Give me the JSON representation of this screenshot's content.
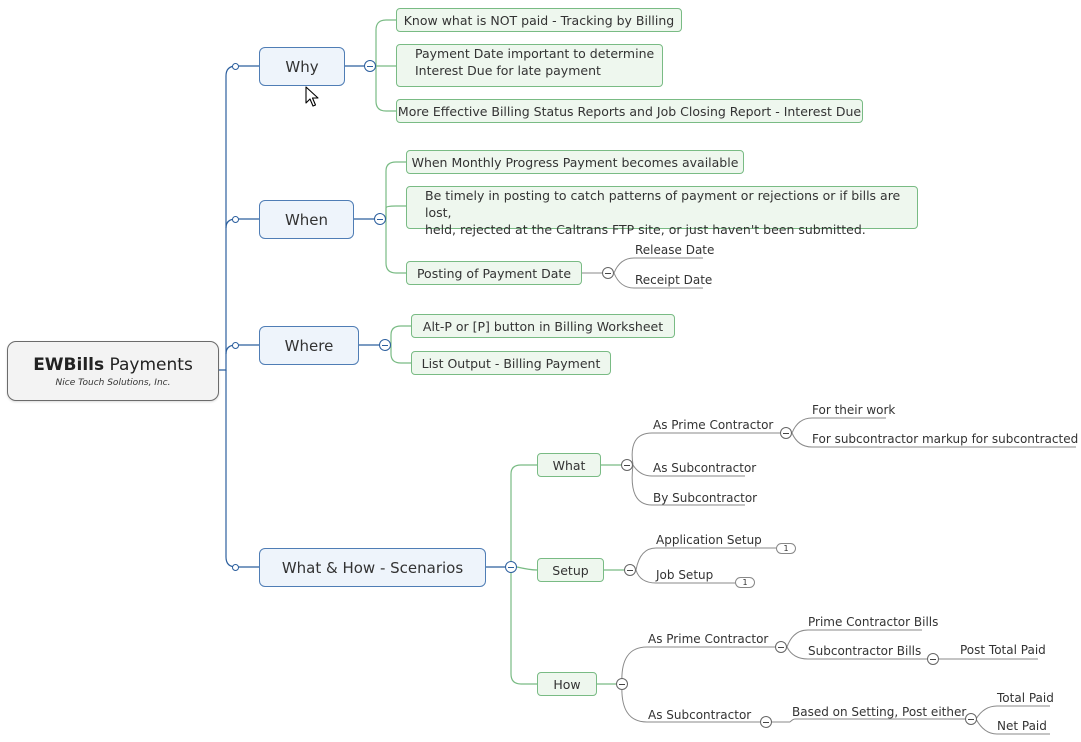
{
  "root": {
    "title_bold": "EWBills",
    "title_rest": " Payments",
    "subtitle": "Nice Touch Solutions, Inc."
  },
  "why": {
    "label": "Why",
    "items": [
      "Know what is NOT paid - Tracking by Billing",
      "Payment Date important to determine",
      "Interest Due for late payment",
      "More Effective Billing Status Reports and Job Closing Report - Interest Due"
    ]
  },
  "when": {
    "label": "When",
    "items": [
      "When Monthly Progress Payment becomes available",
      "Be timely in posting to catch patterns of payment or rejections or if bills are lost,",
      "held, rejected at the Caltrans FTP site, or just haven't been submitted.",
      "Posting of Payment Date"
    ],
    "posting_leaves": [
      "Release Date",
      "Receipt Date"
    ]
  },
  "where": {
    "label": "Where",
    "items": [
      "Alt-P or [P] button in Billing Worksheet",
      "List Output - Billing Payment"
    ]
  },
  "scenarios": {
    "label": "What & How - Scenarios",
    "what": {
      "label": "What",
      "prime": "As Prime Contractor",
      "prime_leaves": [
        "For their work",
        "For subcontractor markup for subcontracted work"
      ],
      "as_sub": "As Subcontractor",
      "by_sub": "By Subcontractor"
    },
    "setup": {
      "label": "Setup",
      "application": "Application Setup",
      "job": "Job Setup",
      "badge": "1"
    },
    "how": {
      "label": "How",
      "prime": "As Prime Contractor",
      "prime_bills": "Prime Contractor Bills",
      "sub_bills": "Subcontractor Bills",
      "post_total": "Post Total Paid",
      "as_sub": "As Subcontractor",
      "based_on": "Based on Setting, Post either",
      "total_paid": "Total Paid",
      "net_paid": "Net Paid"
    }
  },
  "colors": {
    "main_line": "#2c5f9e",
    "sub_line": "#79bb84",
    "leaf_line": "#8a8a8a"
  }
}
